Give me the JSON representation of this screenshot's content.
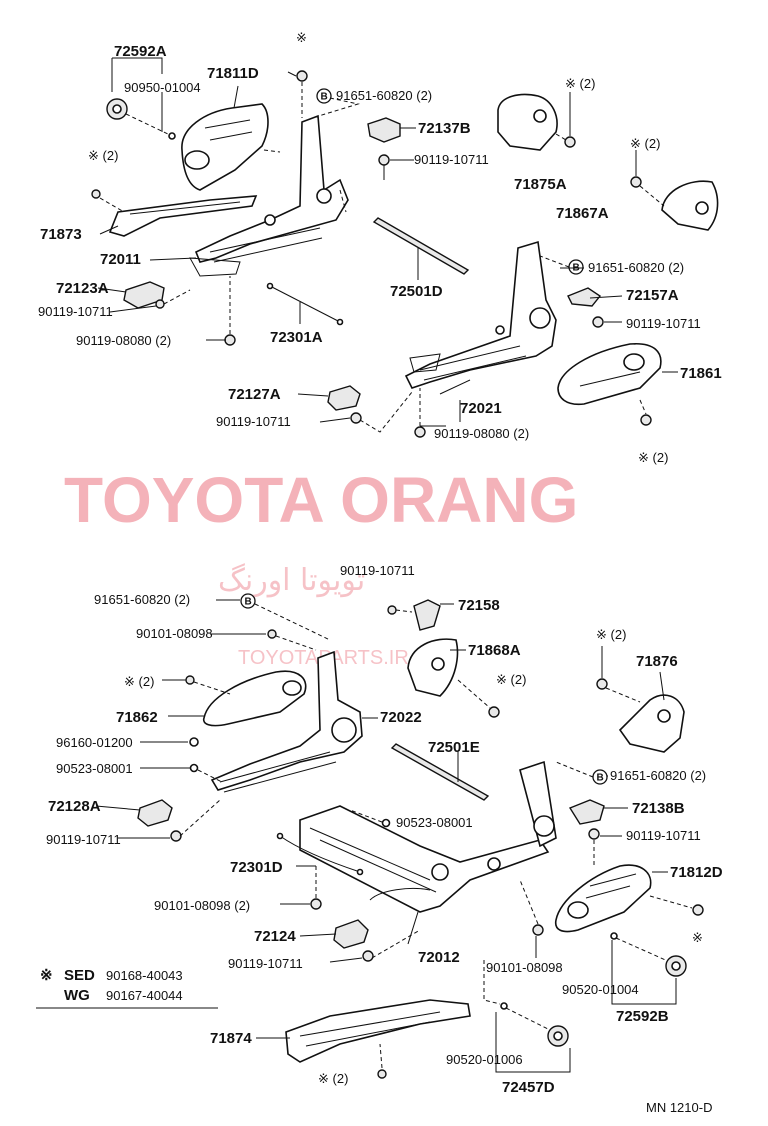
{
  "watermark": {
    "main": "TOYOTA ORANG",
    "persian": "تویوتا اورنگ",
    "site": "TOYOTAPARTS.IR"
  },
  "labels": {
    "p72592A": "72592A",
    "p90950": "90950-01004",
    "p71811D": "71811D",
    "p91651_1": "91651-60820 (2)",
    "p72137B": "72137B",
    "p90119_1": "90119-10711",
    "p71875A": "71875A",
    "p71867A": "71867A",
    "p71873": "71873",
    "p72011": "72011",
    "p72501D": "72501D",
    "p91651_2": "91651-60820 (2)",
    "p72157A": "72157A",
    "p72123A": "72123A",
    "p90119_2": "90119-10711",
    "p90119_3": "90119-10711",
    "p72301A": "72301A",
    "p90119_08080_1": "90119-08080 (2)",
    "p71861": "71861",
    "p72127A": "72127A",
    "p72021": "72021",
    "p90119_4": "90119-10711",
    "p90119_08080_2": "90119-08080 (2)",
    "note_mark": "※",
    "note_2": "※ (2)",
    "p90119_5": "90119-10711",
    "p91651_3": "91651-60820 (2)",
    "p72158": "72158",
    "p90101_1": "90101-08098",
    "p71868A": "71868A",
    "p71876": "71876",
    "p71862": "71862",
    "p72022": "72022",
    "p96160": "96160-01200",
    "p72501E": "72501E",
    "p90523_1": "90523-08001",
    "p91651_4": "91651-60820 (2)",
    "p72128A": "72128A",
    "p72138B": "72138B",
    "p90523_2": "90523-08001",
    "p90119_6": "90119-10711",
    "p90119_7": "90119-10711",
    "p72301D": "72301D",
    "p71812D": "71812D",
    "p90101_2": "90101-08098 (2)",
    "p72124": "72124",
    "p72012": "72012",
    "p90101_3": "90101-08098",
    "p90119_8": "90119-10711",
    "p90520_1": "90520-01004",
    "p72592B": "72592B",
    "legend_sed": "SED",
    "legend_sed_num": "90168-40043",
    "legend_wg": "WG",
    "legend_wg_num": "90167-40044",
    "p71874": "71874",
    "p90520_2": "90520-01006",
    "p72457D": "72457D",
    "ref": "MN 1210-D",
    "b": "B"
  }
}
